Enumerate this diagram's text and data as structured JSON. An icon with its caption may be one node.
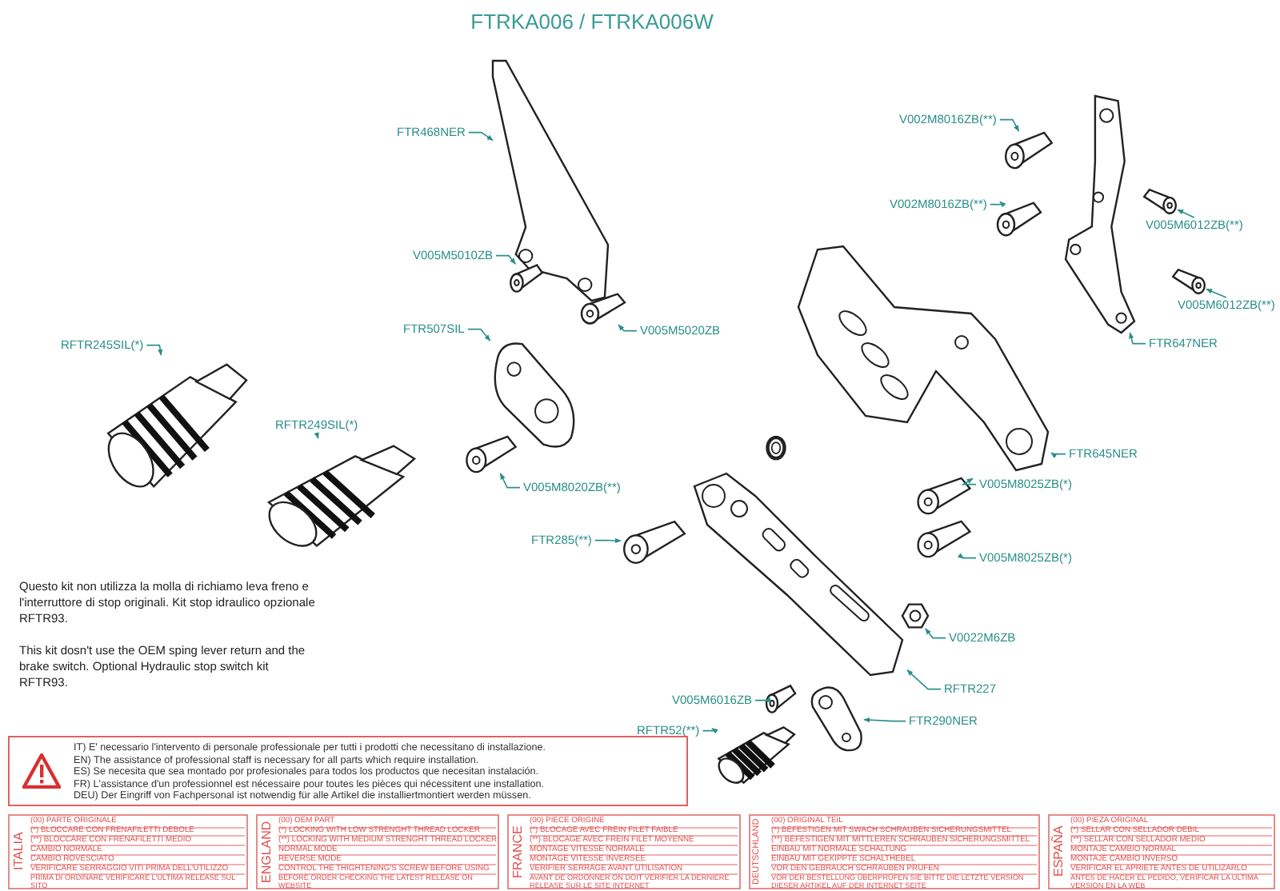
{
  "diagram": {
    "title": "FTRKA006 / FTRKA006W",
    "nodes": [
      {
        "text": [
          "FTR468NER"
        ]
      },
      {
        "text": [],
        "shape": "picture"
      },
      {
        "text": [
          "V005M5010ZB"
        ]
      },
      {
        "text": [],
        "shape": "picture"
      },
      {
        "text": [
          "V005M5020ZB"
        ]
      },
      {
        "text": [],
        "shape": "picture"
      },
      {
        "text": [
          "FTR507SIL"
        ]
      },
      {
        "text": [],
        "shape": "picture"
      },
      {
        "text": [
          "RFTR245SIL(*)"
        ]
      },
      {
        "text": [],
        "shape": "picture"
      },
      {
        "text": [
          "RFTR249SIL(*)"
        ]
      },
      {
        "text": [],
        "shape": "picture"
      },
      {
        "text": [
          "V005M8020ZB(**)"
        ]
      },
      {
        "text": [],
        "shape": "picture"
      },
      {
        "text": [
          "V002M8016ZB(**)"
        ]
      },
      {
        "text": [],
        "shape": "picture"
      },
      {
        "text": [
          "V002M8016ZB(**)"
        ]
      },
      {
        "text": [],
        "shape": "picture"
      },
      {
        "text": [
          "V005M6012ZB(**)"
        ]
      },
      {
        "text": [],
        "shape": "picture"
      },
      {
        "text": [
          "V005M6012ZB(**)"
        ]
      },
      {
        "text": [],
        "shape": "picture"
      },
      {
        "text": [
          "FTR647NER"
        ]
      },
      {
        "text": [],
        "shape": "picture"
      },
      {
        "text": [
          "V005M8025ZB(*)"
        ]
      },
      {
        "text": [],
        "shape": "picture"
      },
      {
        "text": [
          "FTR645NER"
        ]
      },
      {
        "text": [],
        "shape": "picture"
      },
      {
        "text": [
          "V005M8025ZB(*)"
        ]
      },
      {
        "text": [],
        "shape": "picture"
      },
      {
        "text": [
          "FTR285(**)"
        ]
      },
      {
        "text": [],
        "shape": "picture"
      },
      {
        "text": [
          "V0022M6ZB"
        ]
      },
      {
        "text": [],
        "shape": "picture"
      },
      {
        "text": [
          "V005M6016ZB"
        ]
      },
      {
        "text": [],
        "shape": "picture"
      },
      {
        "text": [
          "RFTR227"
        ]
      },
      {
        "text": [],
        "shape": "picture"
      },
      {
        "text": [
          "FTR290NER"
        ]
      },
      {
        "text": [],
        "shape": "picture"
      },
      {
        "text": [
          "RFTR52(**)"
        ]
      },
      {
        "text": [],
        "shape": "picture"
      }
    ],
    "edges": [
      {
        "from": 0,
        "to": 1,
        "arrow": "to"
      },
      {
        "from": 2,
        "to": 3,
        "arrow": "to"
      },
      {
        "from": 4,
        "to": 5,
        "arrow": "to"
      },
      {
        "from": 6,
        "to": 7,
        "arrow": "to"
      },
      {
        "from": 8,
        "to": 9,
        "arrow": "to"
      },
      {
        "from": 10,
        "to": 11,
        "arrow": "to"
      },
      {
        "from": 12,
        "to": 13,
        "arrow": "to"
      },
      {
        "from": 14,
        "to": 15,
        "arrow": "to"
      },
      {
        "from": 16,
        "to": 17,
        "arrow": "to"
      },
      {
        "from": 18,
        "to": 19,
        "arrow": "to"
      },
      {
        "from": 20,
        "to": 21,
        "arrow": "to"
      },
      {
        "from": 22,
        "to": 23,
        "arrow": "to"
      },
      {
        "from": 24,
        "to": 25,
        "arrow": "to"
      },
      {
        "from": 26,
        "to": 27,
        "arrow": "to"
      },
      {
        "from": 28,
        "to": 29,
        "arrow": "to"
      },
      {
        "from": 30,
        "to": 31,
        "arrow": "to"
      },
      {
        "from": 32,
        "to": 33,
        "arrow": "to"
      },
      {
        "from": 34,
        "to": 35,
        "arrow": "to"
      },
      {
        "from": 36,
        "to": 37,
        "arrow": "to"
      },
      {
        "from": 38,
        "to": 39,
        "arrow": "to"
      },
      {
        "from": 40,
        "to": 41,
        "arrow": "to"
      }
    ],
    "labels": [
      "Questo kit non utilizza la molla di richiamo leva freno e l'interruttore di stop originali. Kit stop idraulico opzionale RFTR93.",
      "This kit dosn't use the OEM sping lever return and the brake switch. Optional Hydraulic stop switch kit RFTR93.",
      "IT) E' necessario l'intervento di personale professionale per tutti i prodotti che necessitano di installazione.",
      "EN) The assistance of professional staff is necessary for all parts which require installation.",
      "ES) Se necesita que sea montado por profesionales para todos los productos que necesitan instalación.",
      "FR) L'assistance d'un professionnel est nécessaire pour toutes les pièces qui nécessitent une installation.",
      "DEU) Der Eingriff von Fachpersonal ist notwendig für alle Artikel die installiertmontiert werden müssen.",
      "ITALIA",
      "(00) PARTE ORIGINALE",
      "(*) BLOCCARE CON FRENAFILETTI DEBOLE",
      "(**) BLOCCARE CON FRENAFILETTI MEDIO",
      "CAMBIO NORMALE",
      "CAMBIO ROVESCIATO",
      "VERIFICARE SERRAGGIO VITI PRIMA DELL'UTILIZZO",
      "PRIMA DI ORDINARE VERIFICARE L'ULTIMA RELEASE SUL SITO",
      "ENGLAND",
      "(00) OEM PART",
      "(*) LOCKING WITH LOW STRENGHT THREAD LOCKER",
      "(**) LOCKING WITH MEDIUM STRENGHT THREAD LOCKER",
      "NORMAL MODE",
      "REVERSE MODE",
      "CONTROL THE THIGHTENING'S SCREW BEFORE USING",
      "BEFORE ORDER CHECKING THE LATEST RELEASE ON WEBSITE",
      "FRANCE",
      "(00) PIECE ORIGINE",
      "(*) BLOCAGE AVEC FREIN FILET FAIBLE",
      "(**) BLOCAGE AVEC FREIN FILET MOYENNE",
      "MONTAGE VITESSE NORMALE",
      "MONTAGE VITESSE INVERSEE",
      "VERIFIER SERRAGE AVANT UTILISATION",
      "AVANT DE ORDONNER ON DOIT VERIFIER LA DERNIERE RELEASE SUR LE SITE INTERNET",
      "DEUTSCHLAND",
      "(00) ORIGINAL TEIL",
      "(*) BEFESTIGEN MIT SWACH SCHRAUBEN SICHERUNGSMITTEL",
      "(**) BEFESTIGEN MIT MITTLEREN SCHRAUBEN SICHERUNGSMITTEL",
      "EINBAU MIT NORMALE SCHALTUNG",
      "EINBAU MIT GEKIPPTE SCHALTHEBEL",
      "VOR DEN GEBRAUCH SCHRAUBEN PRUFEN",
      "VOR DER BESTELLUNG ÜBERPRÜFEN SIE BITTE DIE LETZTE VERSION DIESER ARTIKEL AUF DER INTERNET SEITE",
      "ESPAÑA",
      "(00) PIEZA ORIGINAL",
      "(*) SELLAR CON SELLADOR DEBIL",
      "(**) SELLAR CON SELLADOR MEDIO",
      "MONTAJE CAMBIO NORMAL",
      "MONTAJE CAMBIO INVERSO",
      "VERIFICAR EL APRIETE ANTES DE UTILIZARLO",
      "ANTES DE HACER EL PEDIDO, VERIFICAR LA ULTIMA VERSION EN LA WEB"
    ]
  }
}
